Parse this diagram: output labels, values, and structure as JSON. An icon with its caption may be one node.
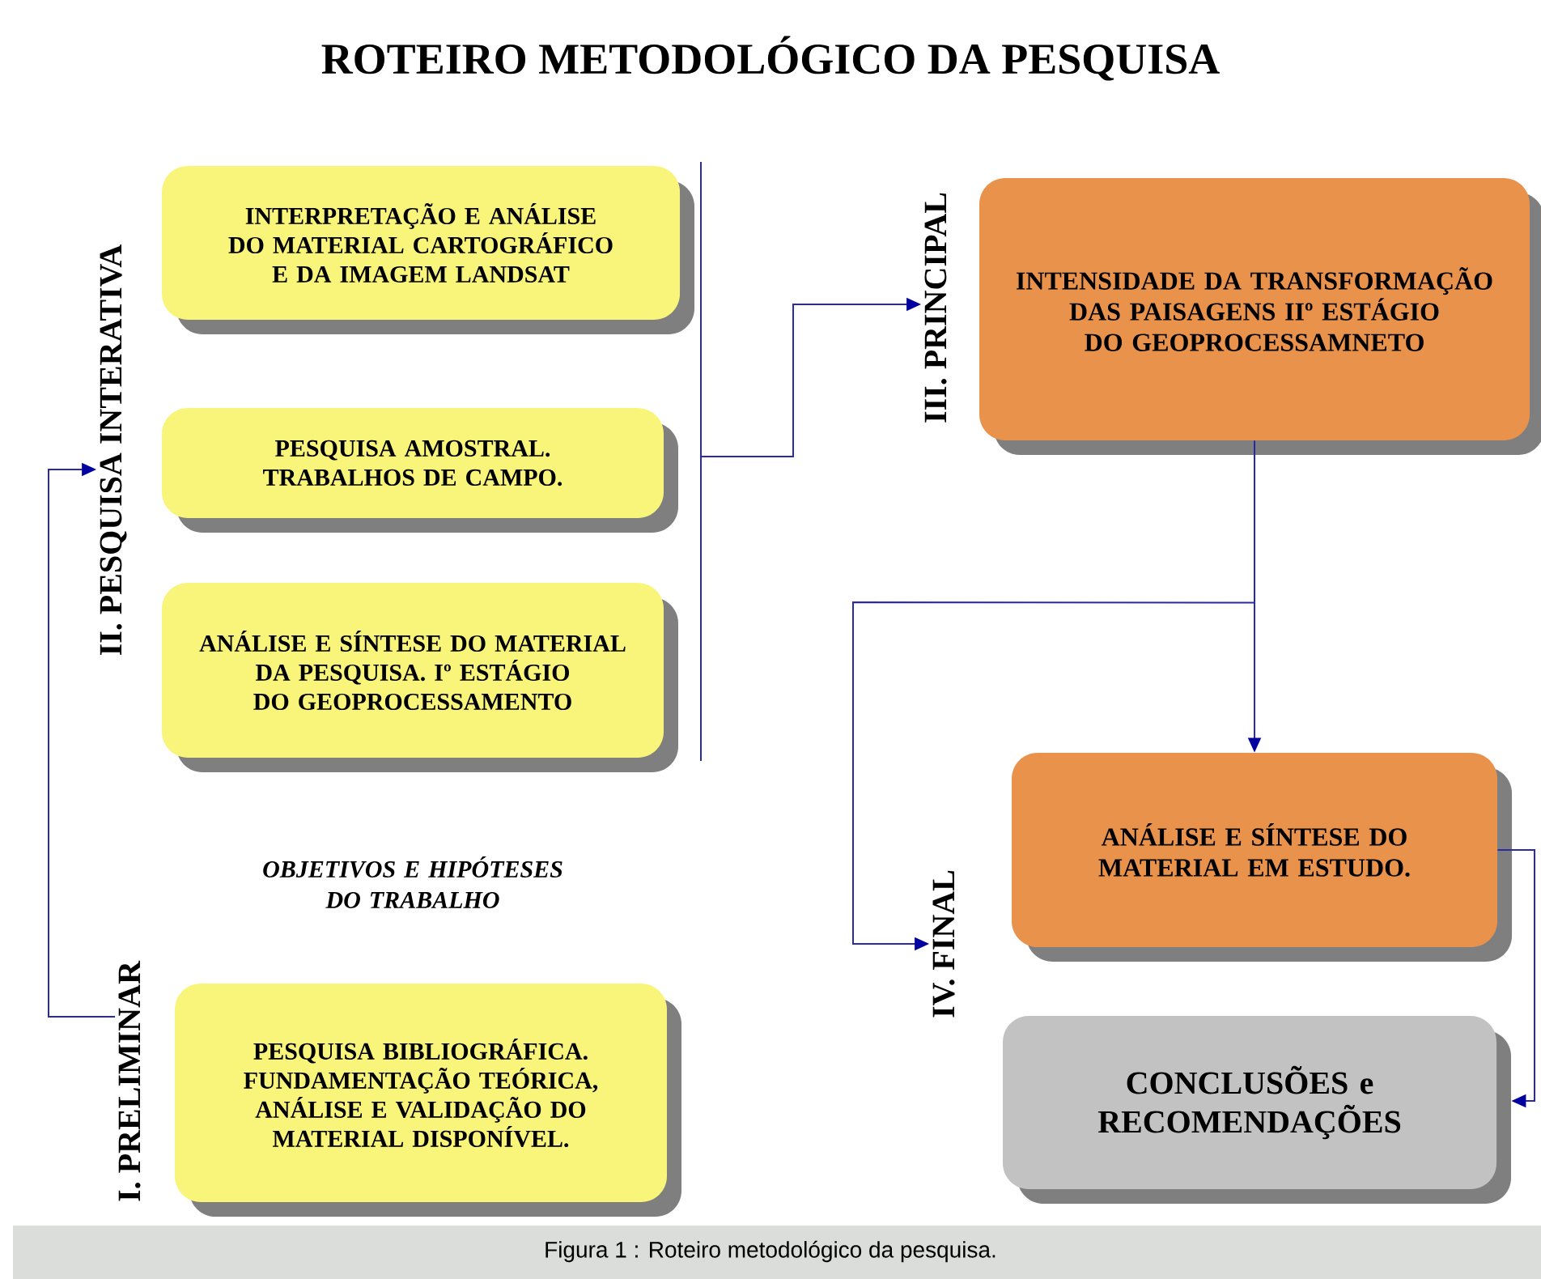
{
  "diagram": {
    "title": "ROTEIRO METODOLÓGICO DA PESQUISA",
    "caption": "Figura 1 : Roteiro metodológico da pesquisa.",
    "nodes": [
      {
        "text": [
          "II. PESQUISA INTERATIVA"
        ]
      },
      {
        "text": [
          "INTERPRETAÇÃO E ANÁLISE DO MATERIAL CARTOGRÁFICO E DA IMAGEM LANDSAT"
        ]
      },
      {
        "text": [
          "PESQUISA AMOSTRAL. TRABALHOS DE CAMPO."
        ]
      },
      {
        "text": [
          "ANÁLISE E SÍNTESE DO MATERIAL DA PESQUISA. Iº ESTÁGIO DO GEOPROCESSAMENTO"
        ]
      },
      {
        "text": [
          "I. PRELIMINAR"
        ]
      },
      {
        "text": [
          "PESQUISA BIBLIOGRÁFICA. FUNDAMENTAÇÃO TEÓRICA, ANÁLISE E VALIDAÇÃO DO MATERIAL DISPONÍVEL."
        ]
      },
      {
        "text": [
          "III. PRINCIPAL"
        ]
      },
      {
        "text": [
          "INTENSIDADE DA TRANSFORMAÇÃO DAS PAISAGENS IIº ESTÁGIO DO GEOPROCESSAMNETO"
        ]
      },
      {
        "text": [
          "IV. FINAL"
        ]
      },
      {
        "text": [
          "ANÁLISE E SÍNTESE DO MATERIAL EM ESTUDO."
        ]
      },
      {
        "text": [
          "CONCLUSÕES e RECOMENDAÇÕES"
        ]
      }
    ],
    "edges": [
      {
        "from": 4,
        "to": 0,
        "arrow": "to"
      },
      {
        "from": null,
        "to": 6,
        "arrow": "to"
      },
      {
        "from": 7,
        "to": 9,
        "arrow": "to"
      },
      {
        "from": 7,
        "to": 8,
        "arrow": "to"
      },
      {
        "from": 9,
        "to": 10,
        "arrow": "to"
      }
    ],
    "labels": [
      "OBJETIVOS E HIPÓTESES DO TRABALHO"
    ]
  }
}
